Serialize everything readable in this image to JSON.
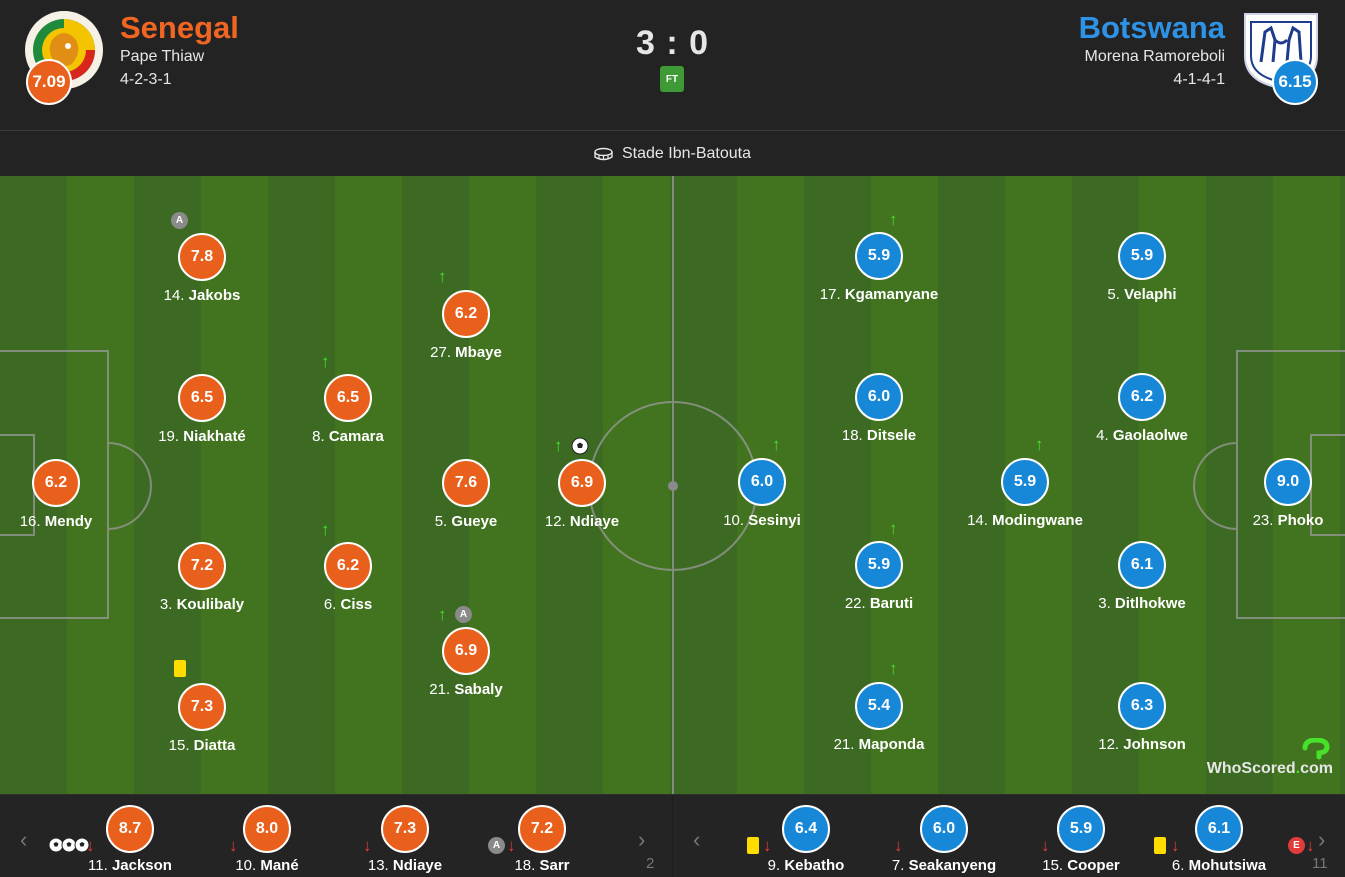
{
  "header": {
    "home": {
      "name": "Senegal",
      "coach": "Pape Thiaw",
      "formation": "4-2-3-1",
      "rating": "7.09",
      "crest": "senegal-lion-crest"
    },
    "away": {
      "name": "Botswana",
      "coach": "Morena Ramoreboli",
      "formation": "4-1-4-1",
      "rating": "6.15",
      "crest": "botswana-zebras-crest"
    },
    "score": "3 : 0",
    "status": "FT"
  },
  "venue": {
    "icon": "stadium-icon",
    "name": "Stade Ibn-Batouta"
  },
  "colors": {
    "home": "#e8601c",
    "away": "#1788d8",
    "pitch_dark": "#3c6a22",
    "pitch_light": "#42731f",
    "sub_in": "#47e02b",
    "sub_out": "#e23b3b"
  },
  "home_players": [
    {
      "id": "mendy",
      "num": "16.",
      "name": "Mendy",
      "rating": "6.2"
    },
    {
      "id": "jakobs",
      "num": "14.",
      "name": "Jakobs",
      "rating": "7.8",
      "badges": [
        "assist"
      ]
    },
    {
      "id": "niakhate",
      "num": "19.",
      "name": "Niakhaté",
      "rating": "6.5"
    },
    {
      "id": "koulibaly",
      "num": "3.",
      "name": "Koulibaly",
      "rating": "7.2"
    },
    {
      "id": "diatta",
      "num": "15.",
      "name": "Diatta",
      "rating": "7.3",
      "badges": [
        "yellow-card"
      ]
    },
    {
      "id": "camara",
      "num": "8.",
      "name": "Camara",
      "rating": "6.5",
      "badges": [
        "subbed-in"
      ]
    },
    {
      "id": "ciss",
      "num": "6.",
      "name": "Ciss",
      "rating": "6.2",
      "badges": [
        "subbed-in"
      ]
    },
    {
      "id": "mbaye",
      "num": "27.",
      "name": "Mbaye",
      "rating": "6.2",
      "badges": [
        "subbed-in"
      ]
    },
    {
      "id": "gueye",
      "num": "5.",
      "name": "Gueye",
      "rating": "7.6"
    },
    {
      "id": "sabaly",
      "num": "21.",
      "name": "Sabaly",
      "rating": "6.9",
      "badges": [
        "subbed-in",
        "assist"
      ]
    },
    {
      "id": "ndiaye12",
      "num": "12.",
      "name": "Ndiaye",
      "rating": "6.9",
      "badges": [
        "subbed-in",
        "goal"
      ]
    }
  ],
  "away_players": [
    {
      "id": "kgamanyane",
      "num": "17.",
      "name": "Kgamanyane",
      "rating": "5.9",
      "badges": [
        "subbed-in"
      ]
    },
    {
      "id": "velaphi",
      "num": "5.",
      "name": "Velaphi",
      "rating": "5.9"
    },
    {
      "id": "ditsele",
      "num": "18.",
      "name": "Ditsele",
      "rating": "6.0"
    },
    {
      "id": "gaolaolwe",
      "num": "4.",
      "name": "Gaolaolwe",
      "rating": "6.2"
    },
    {
      "id": "sesinyi",
      "num": "10.",
      "name": "Sesinyi",
      "rating": "6.0",
      "badges": [
        "subbed-in"
      ]
    },
    {
      "id": "modingwane",
      "num": "14.",
      "name": "Modingwane",
      "rating": "5.9",
      "badges": [
        "subbed-in"
      ]
    },
    {
      "id": "phoko",
      "num": "23.",
      "name": "Phoko",
      "rating": "9.0"
    },
    {
      "id": "baruti",
      "num": "22.",
      "name": "Baruti",
      "rating": "5.9",
      "badges": [
        "subbed-in"
      ]
    },
    {
      "id": "ditlhokwe",
      "num": "3.",
      "name": "Ditlhokwe",
      "rating": "6.1"
    },
    {
      "id": "maponda",
      "num": "21.",
      "name": "Maponda",
      "rating": "5.4",
      "badges": [
        "subbed-in"
      ]
    },
    {
      "id": "johnson",
      "num": "12.",
      "name": "Johnson",
      "rating": "6.3"
    }
  ],
  "home_subs": [
    {
      "num": "11.",
      "name": "Jackson",
      "rating": "8.7",
      "badges": [
        "goal",
        "goal",
        "goal",
        "subbed-out"
      ]
    },
    {
      "num": "10.",
      "name": "Mané",
      "rating": "8.0",
      "badges": [
        "subbed-out"
      ]
    },
    {
      "num": "13.",
      "name": "Ndiaye",
      "rating": "7.3",
      "badges": [
        "subbed-out"
      ]
    },
    {
      "num": "18.",
      "name": "Sarr",
      "rating": "7.2",
      "badges": [
        "assist",
        "subbed-out"
      ]
    }
  ],
  "home_subs_cut": "2",
  "away_subs": [
    {
      "num": "9.",
      "name": "Kebatho",
      "rating": "6.4",
      "badges": [
        "yellow-card",
        "subbed-out"
      ]
    },
    {
      "num": "7.",
      "name": "Seakanyeng",
      "rating": "6.0",
      "badges": [
        "subbed-out"
      ]
    },
    {
      "num": "15.",
      "name": "Cooper",
      "rating": "5.9",
      "badges": [
        "subbed-out"
      ]
    },
    {
      "num": "6.",
      "name": "Mohutsiwa",
      "rating": "6.1",
      "badges": [
        "yellow-card",
        "subbed-out"
      ]
    }
  ],
  "away_subs_cut": "11",
  "badge_glyphs": {
    "assist": "A",
    "error": "E",
    "up": "↑",
    "down": "↓",
    "prev": "‹",
    "next": "›"
  },
  "brand": {
    "who": "WhoScored",
    "dot": ".",
    "com": "com"
  }
}
